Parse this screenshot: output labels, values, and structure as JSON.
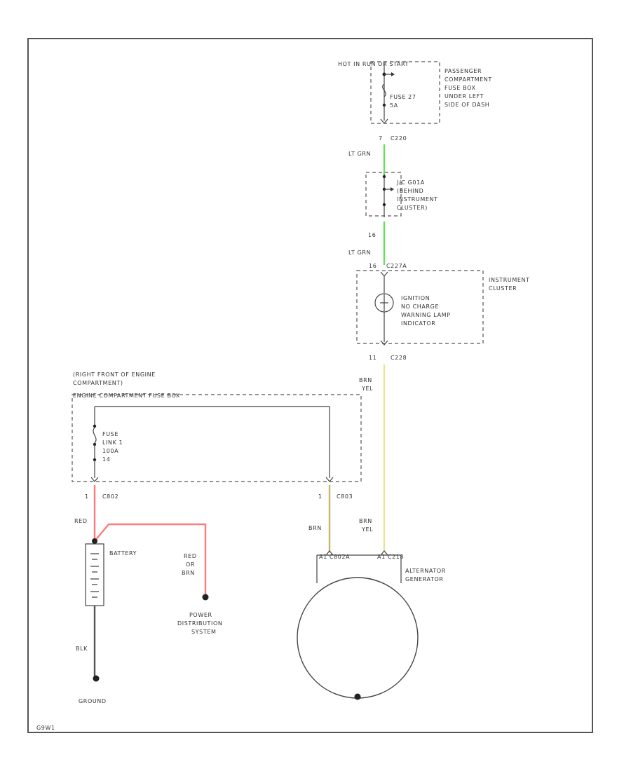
{
  "colors": {
    "lt_grn": "#66e060",
    "brn_yel": "#e9e39a",
    "brn": "#c8b46a",
    "red": "#ff7b7b",
    "blk": "#555555",
    "frame": "#555555"
  },
  "top": {
    "hot_label": "HOT IN RUN OR START",
    "pcfb_lines": [
      "PASSENGER",
      "COMPARTMENT",
      "FUSE BOX",
      "UNDER LEFT",
      "SIDE OF DASH"
    ],
    "fuse27_lines": [
      "FUSE 27",
      "5A"
    ],
    "pin_c220": "7",
    "conn_c220": "C220",
    "wire_ltgrn_1": "LT GRN",
    "jc_lines": [
      "J/C G01A",
      "(BEHIND",
      "INSTRUMENT",
      "CLUSTER)"
    ],
    "pin_16": "16",
    "wire_ltgrn_2": "LT GRN",
    "pin_c227a": "16",
    "conn_c227a": "C227A",
    "cluster_lines": [
      "INSTRUMENT",
      "CLUSTER"
    ],
    "lamp_lines": [
      "IGNITION",
      "NO CHARGE",
      "WARNING LAMP",
      "INDICATOR"
    ],
    "pin_c228": "11",
    "conn_c228": "C228"
  },
  "engine": {
    "title_lines": [
      "(RIGHT FRONT OF ENGINE",
      "COMPARTMENT)"
    ],
    "box_label": "ENGINE COMPARTMENT FUSE BOX",
    "fuse_lines": [
      "FUSE",
      "LINK 1",
      "100A",
      "14"
    ],
    "pin_left": "1",
    "conn_left": "C802",
    "pin_right": "1",
    "conn_right": "C803",
    "wire_red": "RED",
    "wire_brn": "BRN",
    "wire_brn_yel_upper": [
      "BRN",
      "YEL"
    ],
    "wire_brn_yel_lower": [
      "BRN",
      "YEL"
    ]
  },
  "bottom": {
    "battery": "BATTERY",
    "red_or_brn": [
      "RED",
      "OR",
      "BRN"
    ],
    "power_dist": [
      "POWER",
      "DISTRIBUTION",
      "SYSTEM"
    ],
    "blk": "BLK",
    "ground": "GROUND",
    "alt_conn_1": "A1 C802A",
    "alt_conn_2": "A1 C218",
    "alternator_lines": [
      "ALTERNATOR",
      "GENERATOR"
    ],
    "fig_code": "G9W1"
  }
}
